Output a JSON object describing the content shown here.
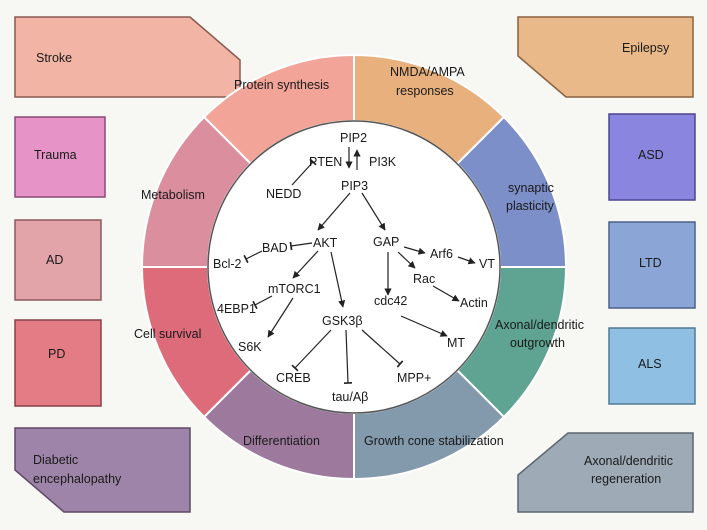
{
  "diseases": {
    "stroke": "Stroke",
    "epilepsy": "Epilepsy",
    "trauma": "Trauma",
    "asd": "ASD",
    "ad": "AD",
    "ltd": "LTD",
    "pd": "PD",
    "als": "ALS",
    "diabetic_1": "Diabetic",
    "diabetic_2": "encephalopathy",
    "regen_1": "Axonal/dendritic",
    "regen_2": "regeneration"
  },
  "functions": {
    "protein_synthesis": "Protein synthesis",
    "nmda_1": "NMDA/AMPA",
    "nmda_2": "responses",
    "metabolism": "Metabolism",
    "synaptic_1": "synaptic",
    "synaptic_2": "plasticity",
    "cell_survival": "Cell survival",
    "outgrowth_1": "Axonal/dendritic",
    "outgrowth_2": "outgrowth",
    "differentiation": "Differentiation",
    "growth_cone": "Growth cone stabilization"
  },
  "pathway": {
    "pip2": "PIP2",
    "pten": "PTEN",
    "pi3k": "PI3K",
    "nedd": "NEDD",
    "pip3": "PIP3",
    "akt": "AKT",
    "gap": "GAP",
    "bad": "BAD",
    "bcl2": "Bcl-2",
    "arf6": "Arf6",
    "vt": "VT",
    "rac": "Rac",
    "mtorc1": "mTORC1",
    "cdc42": "cdc42",
    "actin": "Actin",
    "fourebp1": "4EBP1",
    "gsk3b": "GSK3β",
    "s6k": "S6K",
    "mt": "MT",
    "creb": "CREB",
    "mppplus": "MPP+",
    "tauab": "tau/Aβ"
  },
  "colors": {
    "background": "#f7f7f4",
    "stroke_box": "#f2b5a5",
    "epilepsy_box": "#e9b989",
    "trauma_box": "#e694c8",
    "asd_box": "#8a86e0",
    "ad_box": "#e2a4a9",
    "ltd_box": "#8ba6d6",
    "pd_box": "#e47c86",
    "als_box": "#8fbfe3",
    "diabetic_box": "#9e84a8",
    "regen_box": "#9eaab5",
    "seg_protein": "#f1a497",
    "seg_nmda": "#e7b07d",
    "seg_metabolism": "#db8f9e",
    "seg_synaptic": "#7c8fc8",
    "seg_survival": "#de6b7a",
    "seg_outgrowth": "#5fa392",
    "seg_differentiation": "#9d7a9d",
    "seg_growthcone": "#8399ac",
    "pten_text": "#cc2a2a"
  }
}
